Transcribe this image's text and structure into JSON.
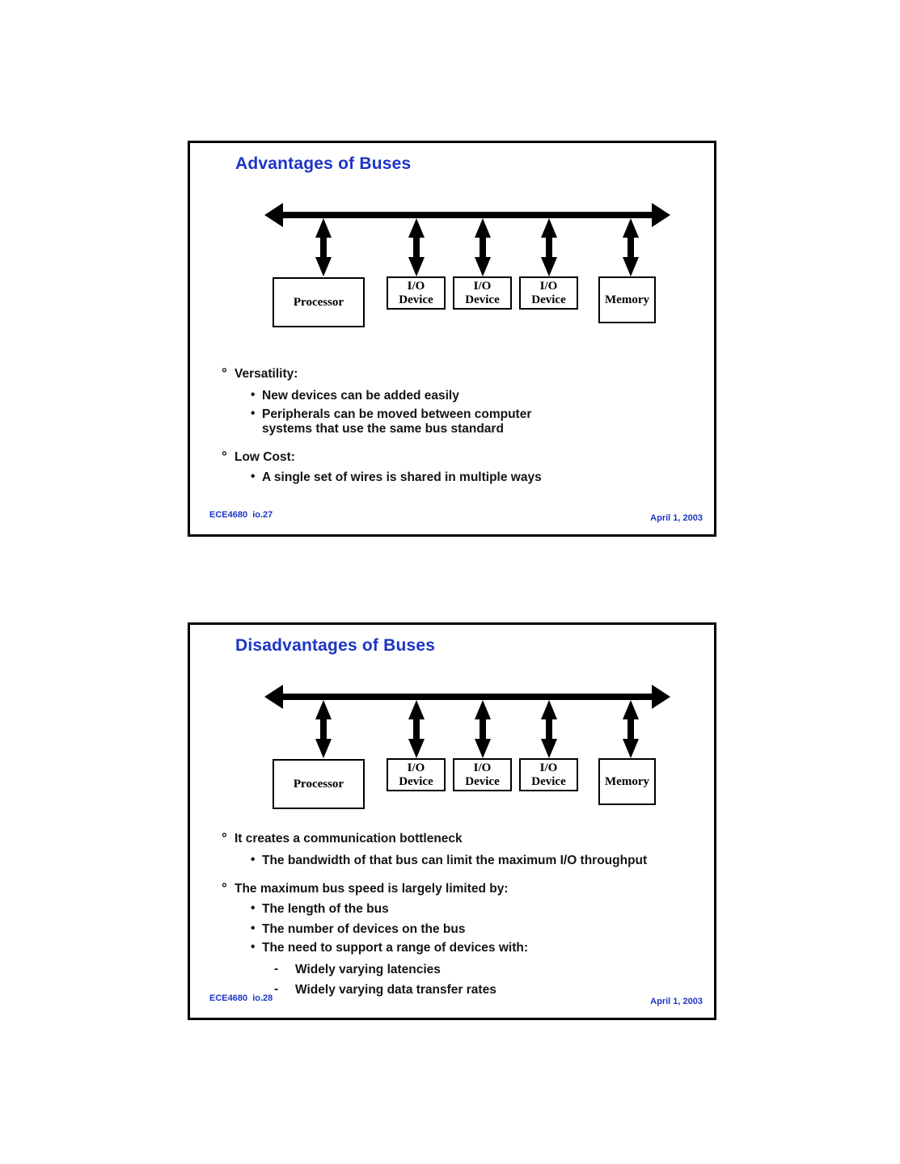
{
  "colors": {
    "accent_blue": "#1d35c6",
    "ink": "#141414"
  },
  "markers": {
    "level0": "°",
    "level1": "•",
    "level2": "-"
  },
  "slides": [
    {
      "title": "Advantages of Buses",
      "diagram": {
        "boxes": [
          {
            "label": "Processor"
          },
          {
            "label": "I/O\nDevice"
          },
          {
            "label": "I/O\nDevice"
          },
          {
            "label": "I/O\nDevice"
          },
          {
            "label": "Memory"
          }
        ]
      },
      "bullets": [
        {
          "level": 0,
          "text": "Versatility:"
        },
        {
          "level": 1,
          "text": "New devices can be added easily"
        },
        {
          "level": 1,
          "text": "Peripherals can be moved between computer\nsystems that use the same bus standard"
        },
        {
          "level": 0,
          "text": "Low Cost:"
        },
        {
          "level": 1,
          "text": "A single set of wires is shared in multiple ways"
        }
      ],
      "footer_left": "ECE4680  io.27",
      "footer_right": "April 1, 2003"
    },
    {
      "title": "Disadvantages of Buses",
      "diagram": {
        "boxes": [
          {
            "label": "Processor"
          },
          {
            "label": "I/O\nDevice"
          },
          {
            "label": "I/O\nDevice"
          },
          {
            "label": "I/O\nDevice"
          },
          {
            "label": "Memory"
          }
        ]
      },
      "bullets": [
        {
          "level": 0,
          "text": "It creates a communication bottleneck"
        },
        {
          "level": 1,
          "text": "The bandwidth of that bus can limit the maximum I/O throughput"
        },
        {
          "level": 0,
          "text": "The maximum bus speed is largely limited by:"
        },
        {
          "level": 1,
          "text": "The length of the bus"
        },
        {
          "level": 1,
          "text": "The number of devices on the bus"
        },
        {
          "level": 1,
          "text": "The need to support a range of devices with:"
        },
        {
          "level": 2,
          "text": "Widely varying latencies"
        },
        {
          "level": 2,
          "text": "Widely varying data transfer rates"
        }
      ],
      "footer_left": "ECE4680  io.28",
      "footer_right": "April 1, 2003"
    }
  ]
}
